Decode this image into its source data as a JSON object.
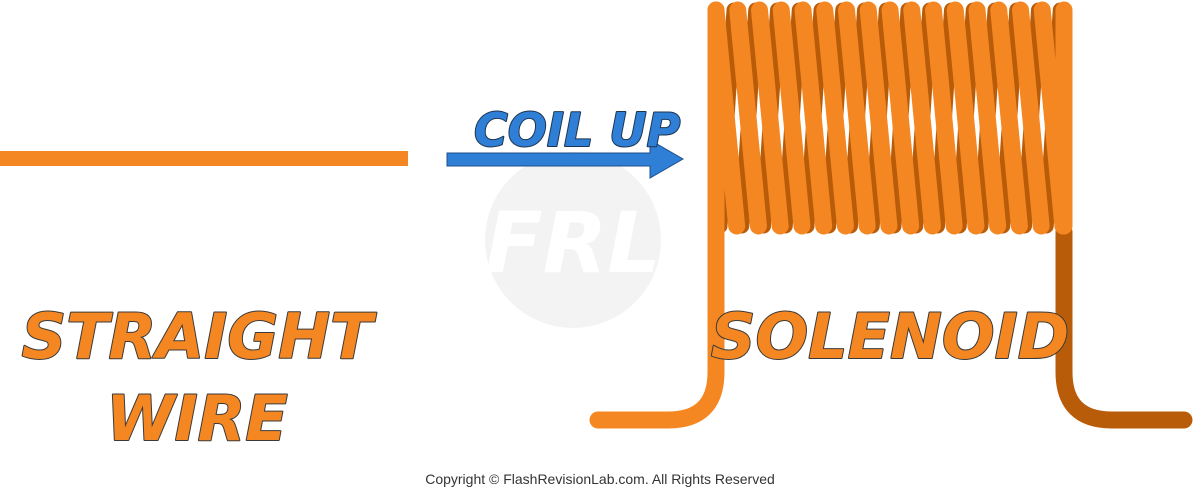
{
  "labels": {
    "straight_line1": "STRAIGHT",
    "straight_line2": "WIRE",
    "arrow_text": "COIL UP",
    "solenoid": "SOLENOID",
    "watermark": "FRL",
    "copyright": "Copyright © FlashRevisionLab.com. All Rights Reserved"
  },
  "colors": {
    "wire": "#f48721",
    "wire_dark": "#b85c0a",
    "arrow": "#2f7fd6",
    "text_outline": "#3a3a3a",
    "watermark": "#f3f3f3"
  },
  "solenoid": {
    "turns": 17
  }
}
